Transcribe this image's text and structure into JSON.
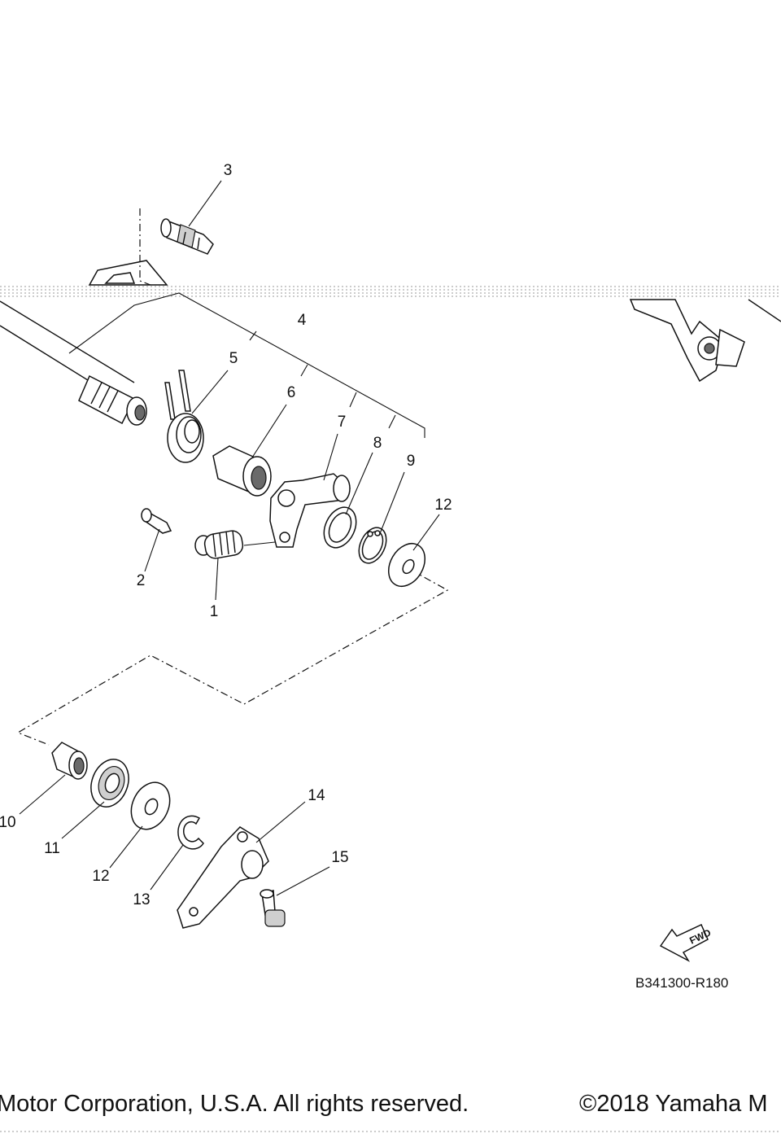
{
  "diagram": {
    "callouts": {
      "c1": "1",
      "c2": "2",
      "c3": "3",
      "c4": "4",
      "c5": "5",
      "c6": "6",
      "c7": "7",
      "c8": "8",
      "c9": "9",
      "c10": "10",
      "c11": "11",
      "c12a": "12",
      "c12b": "12",
      "c13": "13",
      "c14": "14",
      "c15": "15"
    },
    "fwd_label": "FWD",
    "drawing_code": "B341300-R180"
  },
  "footer": {
    "left_text": "Motor Corporation, U.S.A. All rights reserved.",
    "right_text": "©2018 Yamaha M"
  }
}
